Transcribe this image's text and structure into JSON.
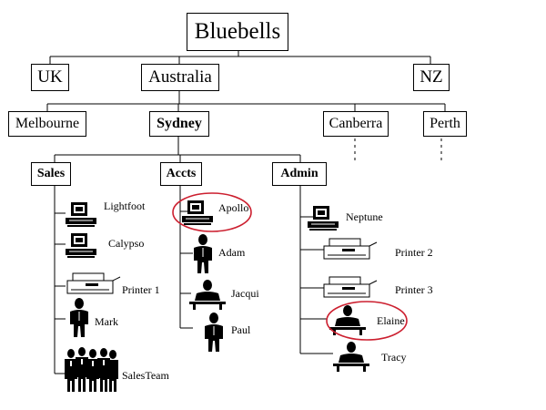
{
  "root": "Bluebells",
  "countries": [
    "UK",
    "Australia",
    "NZ"
  ],
  "cities": [
    "Melbourne",
    "Sydney",
    "Canberra",
    "Perth"
  ],
  "departments": [
    "Sales",
    "Accts",
    "Admin"
  ],
  "sales_items": [
    {
      "label": "Lightfoot",
      "icon": "computer-icon"
    },
    {
      "label": "Calypso",
      "icon": "computer-icon"
    },
    {
      "label": "Printer 1",
      "icon": "printer-icon"
    },
    {
      "label": "Mark",
      "icon": "person-icon"
    },
    {
      "label": "SalesTeam",
      "icon": "group-icon"
    }
  ],
  "accts_items": [
    {
      "label": "Apollo",
      "icon": "computer-icon",
      "highlighted": true
    },
    {
      "label": "Adam",
      "icon": "person-icon"
    },
    {
      "label": "Jacqui",
      "icon": "person-at-desk-icon"
    },
    {
      "label": "Paul",
      "icon": "person-icon"
    }
  ],
  "admin_items": [
    {
      "label": "Neptune",
      "icon": "computer-icon"
    },
    {
      "label": "Printer 2",
      "icon": "printer-icon"
    },
    {
      "label": "Printer 3",
      "icon": "printer-icon"
    },
    {
      "label": "Elaine",
      "icon": "person-at-desk-icon",
      "highlighted": true
    },
    {
      "label": "Tracy",
      "icon": "person-at-desk-icon"
    }
  ],
  "highlight_color": "#cc1f2f"
}
